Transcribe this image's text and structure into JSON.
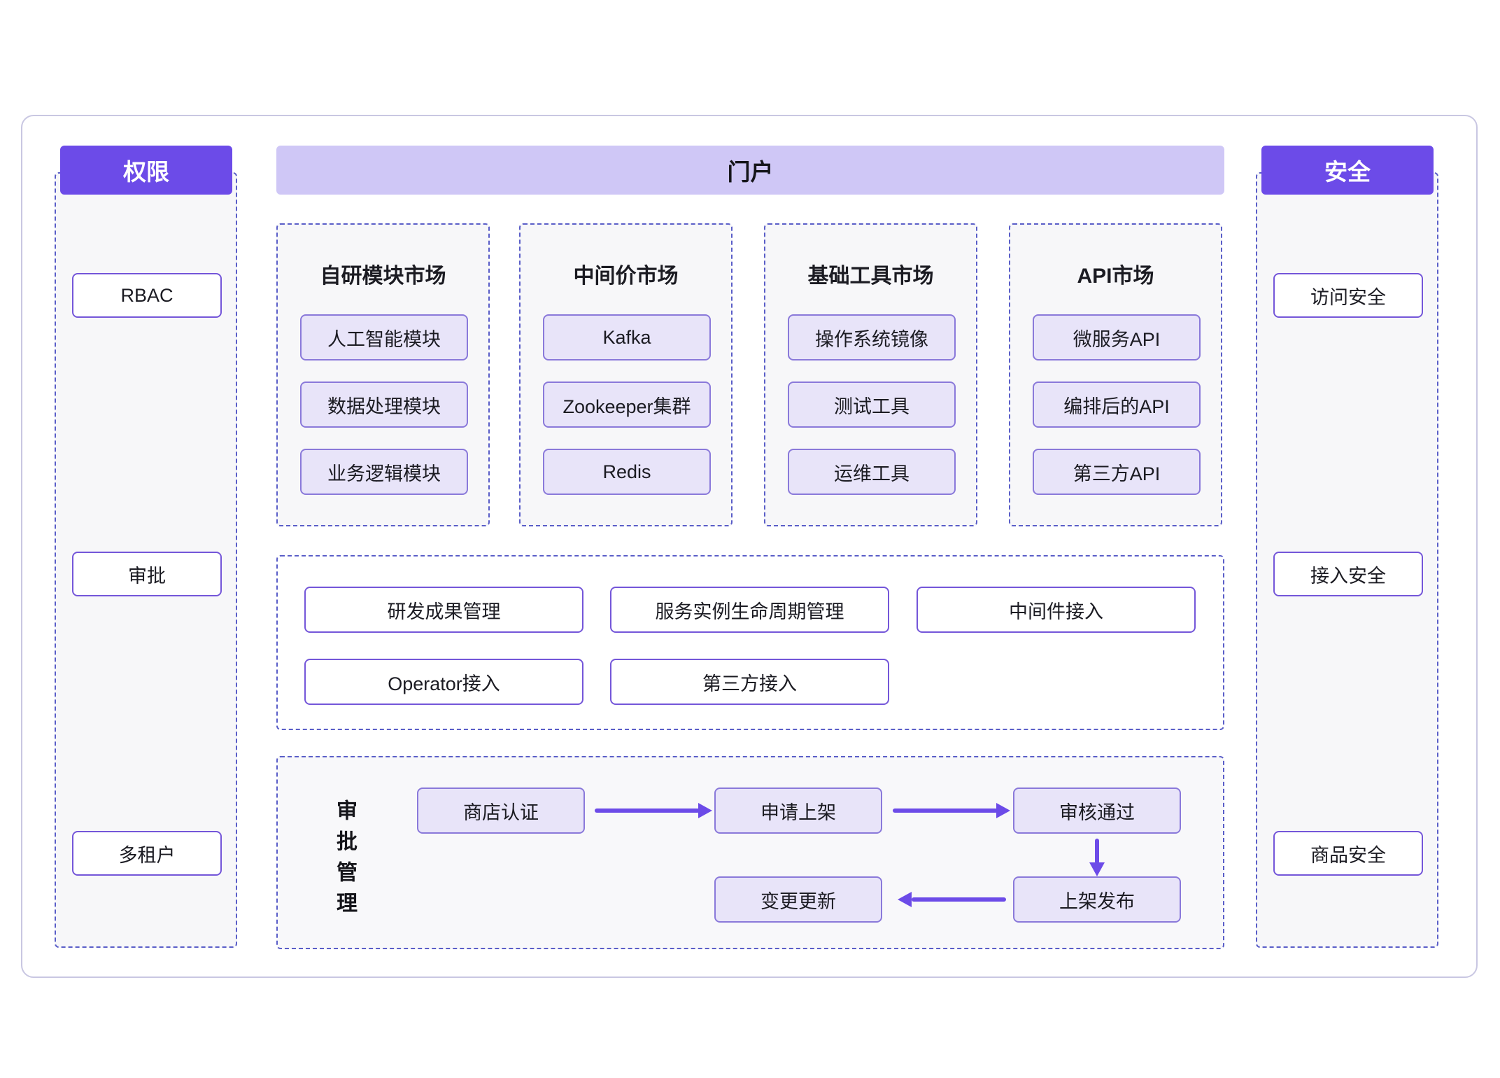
{
  "permissions": {
    "title": "权限",
    "items": [
      "RBAC",
      "审批",
      "多租户"
    ]
  },
  "portal_title": "门户",
  "markets": [
    {
      "title": "自研模块市场",
      "items": [
        "人工智能模块",
        "数据处理模块",
        "业务逻辑模块"
      ]
    },
    {
      "title": "中间价市场",
      "items": [
        "Kafka",
        "Zookeeper集群",
        "Redis"
      ]
    },
    {
      "title": "基础工具市场",
      "items": [
        "操作系统镜像",
        "测试工具",
        "运维工具"
      ]
    },
    {
      "title": "API市场",
      "items": [
        "微服务API",
        "编排后的API",
        "第三方API"
      ]
    }
  ],
  "management": {
    "items_row1": [
      "研发成果管理",
      "服务实例生命周期管理",
      "中间件接入"
    ],
    "items_row2": [
      "Operator接入",
      "第三方接入"
    ]
  },
  "approval": {
    "label": "审批管理",
    "nodes": {
      "store_cert": "商店认证",
      "apply": "申请上架",
      "approved": "审核通过",
      "publish": "上架发布",
      "update": "变更更新"
    }
  },
  "security": {
    "title": "安全",
    "items": [
      "访问安全",
      "接入安全",
      "商品安全"
    ]
  },
  "colors": {
    "accent": "#6C4BE8",
    "banner_fill": "#CFC7F6",
    "item_fill": "#E8E4F9",
    "item_border": "#8A79DA",
    "white_box_border": "#7456D9",
    "dashed_border": "#5A5EC8"
  }
}
